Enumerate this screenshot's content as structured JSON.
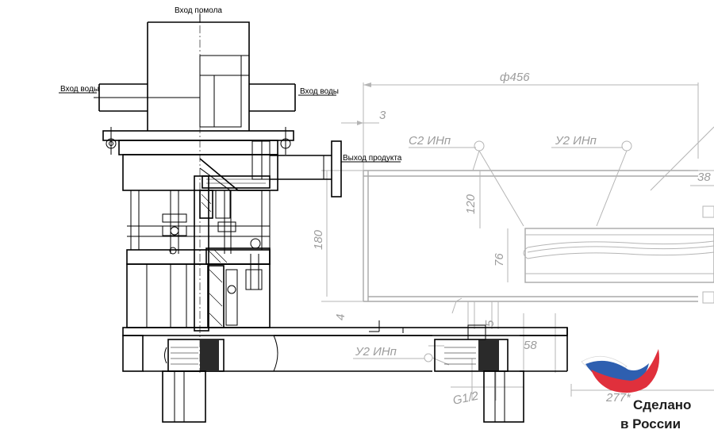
{
  "labels": {
    "grind_inlet": "Вход помола",
    "water_inlet_left": "Вход воды",
    "water_inlet_right": "Вход воды",
    "product_outlet": "Выход продукта"
  },
  "dimensions": {
    "diameter": "ф456",
    "d3": "3",
    "d120": "120",
    "d180": "180",
    "d76": "76",
    "d4": "4",
    "d38": "38",
    "d58": "58",
    "d5": "5",
    "d277": "277*",
    "thread": "G1/2",
    "weld_c2": "С2 ИНп",
    "weld_u2_top": "У2 ИНп",
    "weld_u2_bottom": "У2 ИНп"
  },
  "brand": {
    "line1": "Сделано",
    "line2": "в России",
    "colors": {
      "white": "#ffffff",
      "blue": "#2e5fb0",
      "red": "#e0303c"
    }
  }
}
